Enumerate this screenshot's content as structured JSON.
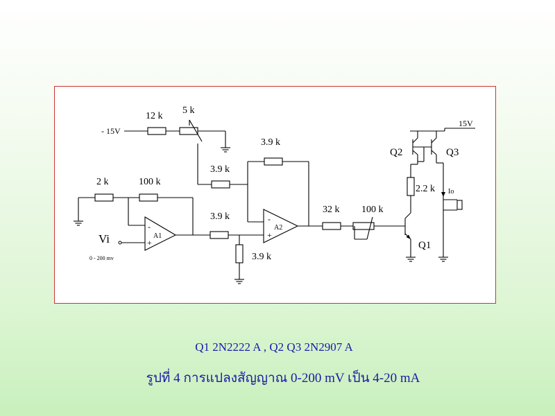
{
  "labels": {
    "neg15v": "- 15V",
    "pos15v": "15V",
    "r12k": "12 k",
    "pot5k": "5 k",
    "r39k_offset": "3.9 k",
    "r39k_fb": "3.9 k",
    "r39k_in": "3.9 k",
    "r39k_gnd": "3.9 k",
    "r2k": "2 k",
    "r100k": "100 k",
    "r32k": "32 k",
    "pot100k": "100 k",
    "r22k": "2.2 k",
    "vi": "Vi",
    "vi_range": "0 - 200 mv",
    "a1": "A1",
    "a2": "A2",
    "q1": "Q1",
    "q2": "Q2",
    "q3": "Q3",
    "io": "Io"
  },
  "caption": {
    "parts": "Q1 2N2222 A  ,  Q2 Q3 2N2907 A",
    "title": "รูปที่ 4 การแปลงสัญญาณ 0-200 mV เป็น 4-20 mA"
  }
}
